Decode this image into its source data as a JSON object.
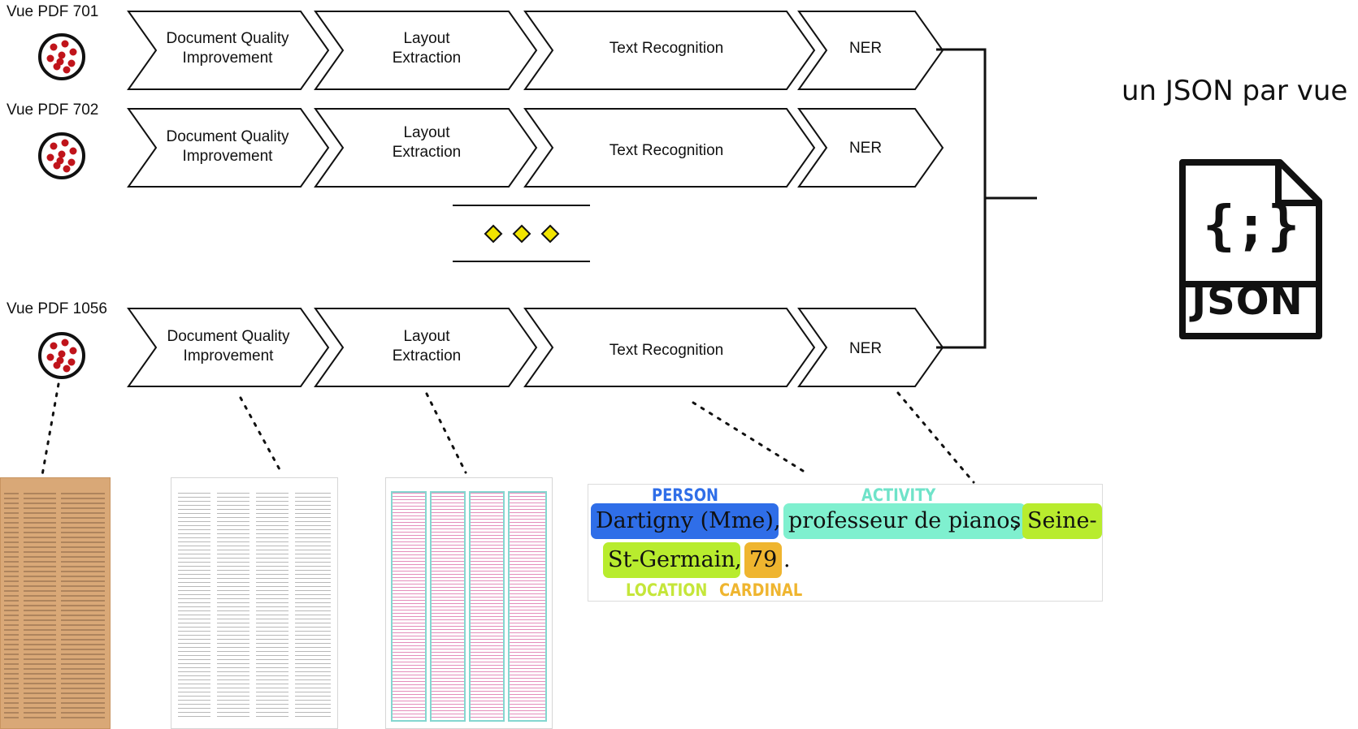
{
  "rows": [
    {
      "label": "Vue PDF 701",
      "steps": [
        "Document Quality\nImprovement",
        "Layout\nExtraction",
        "Text Recognition",
        "NER"
      ]
    },
    {
      "label": "Vue PDF 702",
      "steps": [
        "Document Quality\nImprovement",
        "Layout\nExtraction",
        "Text Recognition",
        "NER"
      ]
    },
    {
      "label": "Vue PDF 1056",
      "steps": [
        "Document Quality\nImprovement",
        "Layout\nExtraction",
        "Text Recognition",
        "NER"
      ]
    }
  ],
  "output": {
    "title": "un JSON par vue",
    "icon": "json-file-icon",
    "icon_label": "JSON",
    "icon_glyph": "{;}"
  },
  "ellipsis": {
    "icon": "diamond-icon",
    "count": 3,
    "color": "#f2e500"
  },
  "ner_example": {
    "entities": [
      {
        "label": "PERSON",
        "text": "Dartigny (Mme)",
        "color": "#2f6ee8",
        "label_color": "#2f6ee8"
      },
      {
        "label": "ACTIVITY",
        "text": "professeur de pianos",
        "color": "#7ff0cf",
        "label_color": "#6fe3c9"
      },
      {
        "label": "LOCATION",
        "text_line1": "Seine-",
        "text_line2": "St-Germain",
        "color": "#b8ec2e",
        "label_color": "#c5e63a"
      },
      {
        "label": "CARDINAL",
        "text": "79",
        "color": "#efb52f",
        "label_color": "#efb52f"
      }
    ],
    "separators": [
      ",",
      ",",
      ",",
      "."
    ]
  },
  "colors": {
    "stroke": "#111111",
    "scan_paper": "#d9a877",
    "seal_dots": "#c0141b"
  }
}
